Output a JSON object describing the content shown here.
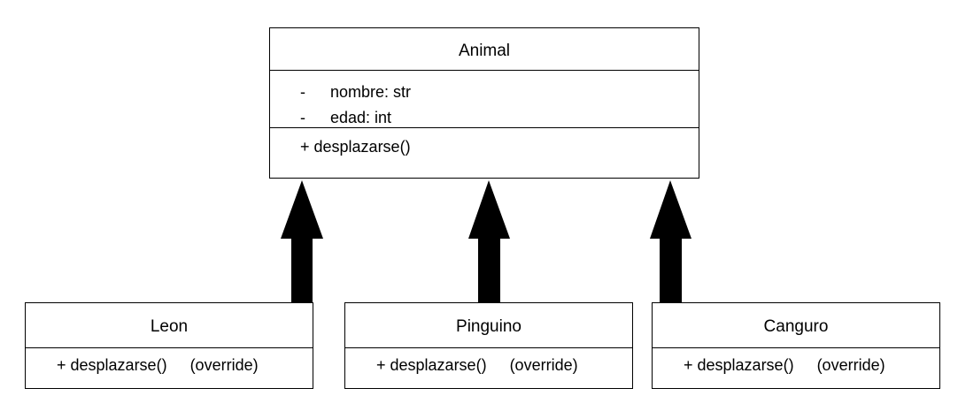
{
  "parent": {
    "name": "Animal",
    "attributes": [
      {
        "visibility": "-",
        "text": "nombre: str"
      },
      {
        "visibility": "-",
        "text": "edad: int"
      }
    ],
    "methods": [
      "+ desplazarse()"
    ]
  },
  "children": [
    {
      "name": "Leon",
      "method": "+ desplazarse()",
      "note": "(override)"
    },
    {
      "name": "Pinguino",
      "method": "+ desplazarse()",
      "note": "(override)"
    },
    {
      "name": "Canguro",
      "method": "+ desplazarse()",
      "note": "(override)"
    }
  ],
  "colors": {
    "line": "#000000",
    "background": "#ffffff"
  }
}
